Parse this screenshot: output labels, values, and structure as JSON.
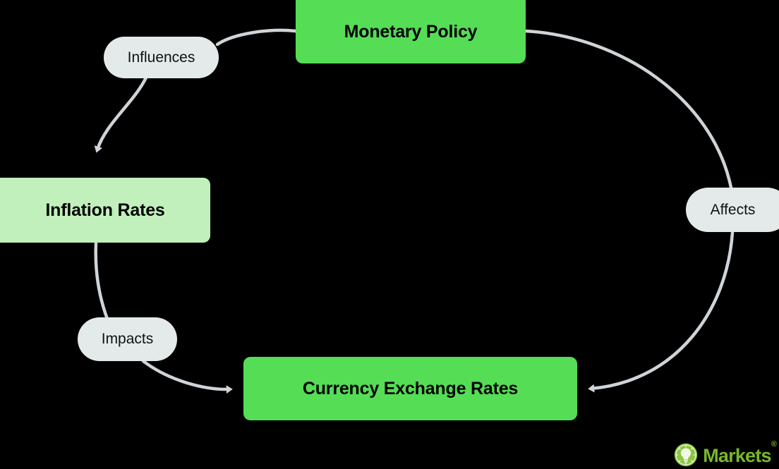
{
  "diagram": {
    "background_color": "#000000",
    "edge_color": "#CFD4D8",
    "nodes": [
      {
        "id": "monetary-policy",
        "label": "Monetary Policy",
        "fill": "#55DD55",
        "text_color": "#000000"
      },
      {
        "id": "inflation-rates",
        "label": "Inflation Rates",
        "fill": "#C2F0BC",
        "text_color": "#000000"
      },
      {
        "id": "currency-exchange-rates",
        "label": "Currency Exchange Rates",
        "fill": "#55DD55",
        "text_color": "#000000"
      }
    ],
    "edge_labels": [
      {
        "id": "influences",
        "label": "Influences",
        "from": "monetary-policy",
        "to": "inflation-rates",
        "fill": "#E4EAEA"
      },
      {
        "id": "affects",
        "label": "Affects",
        "from": "monetary-policy",
        "to": "currency-exchange-rates",
        "fill": "#E4EAEA"
      },
      {
        "id": "impacts",
        "label": "Impacts",
        "from": "inflation-rates",
        "to": "currency-exchange-rates",
        "fill": "#E4EAEA"
      }
    ]
  },
  "brand": {
    "wordmark": "Markets",
    "trademark": "®",
    "color": "#78B82A",
    "mark_icon": "lightbulb-badge-icon"
  }
}
